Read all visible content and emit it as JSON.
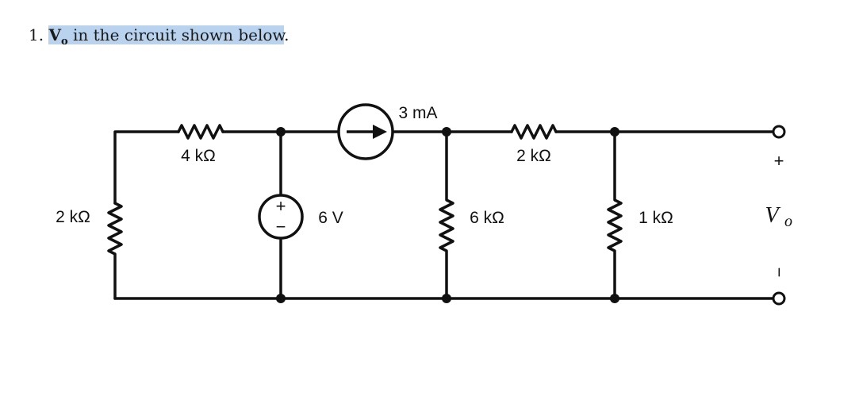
{
  "question": {
    "number": "1.",
    "v_main": "V",
    "v_sub": "o",
    "rest": " in the circuit shown below",
    "period": "."
  },
  "circuit": {
    "r_top_left": "4 kΩ",
    "r_left": "2 kΩ",
    "v_source": "6 V",
    "v_source_plus": "+",
    "v_source_minus": "−",
    "i_source": "3 mA",
    "r_mid_vertical": "6 kΩ",
    "r_top_right": "2 kΩ",
    "r_right_vertical": "1 kΩ",
    "output_main": "V",
    "output_sub": "o",
    "output_plus": "+",
    "output_minus": "−"
  }
}
